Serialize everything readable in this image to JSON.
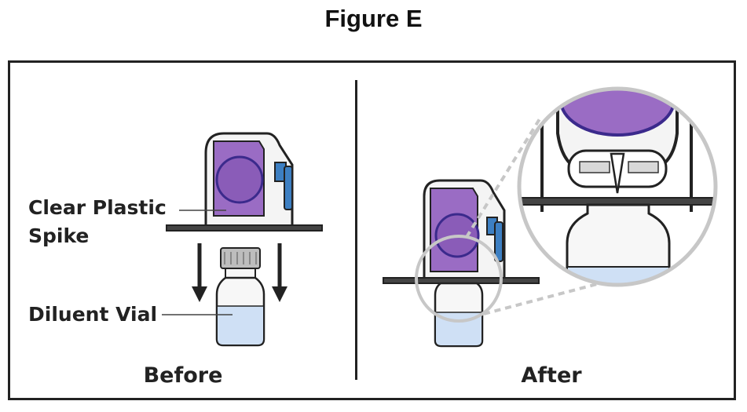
{
  "figure": {
    "title": "Figure E"
  },
  "before_panel": {
    "caption": "Before",
    "spike_label_line1": "Clear Plastic",
    "spike_label_line2": "Spike",
    "vial_label": "Diluent Vial"
  },
  "after_panel": {
    "caption": "After"
  },
  "colors": {
    "purple": "#9a6cc4",
    "purple_dark": "#3b2a8c",
    "blue_tab": "#3d7fc2",
    "liquid": "#cfe0f5",
    "outline": "#222222",
    "magnifier": "#c7c7c7"
  }
}
